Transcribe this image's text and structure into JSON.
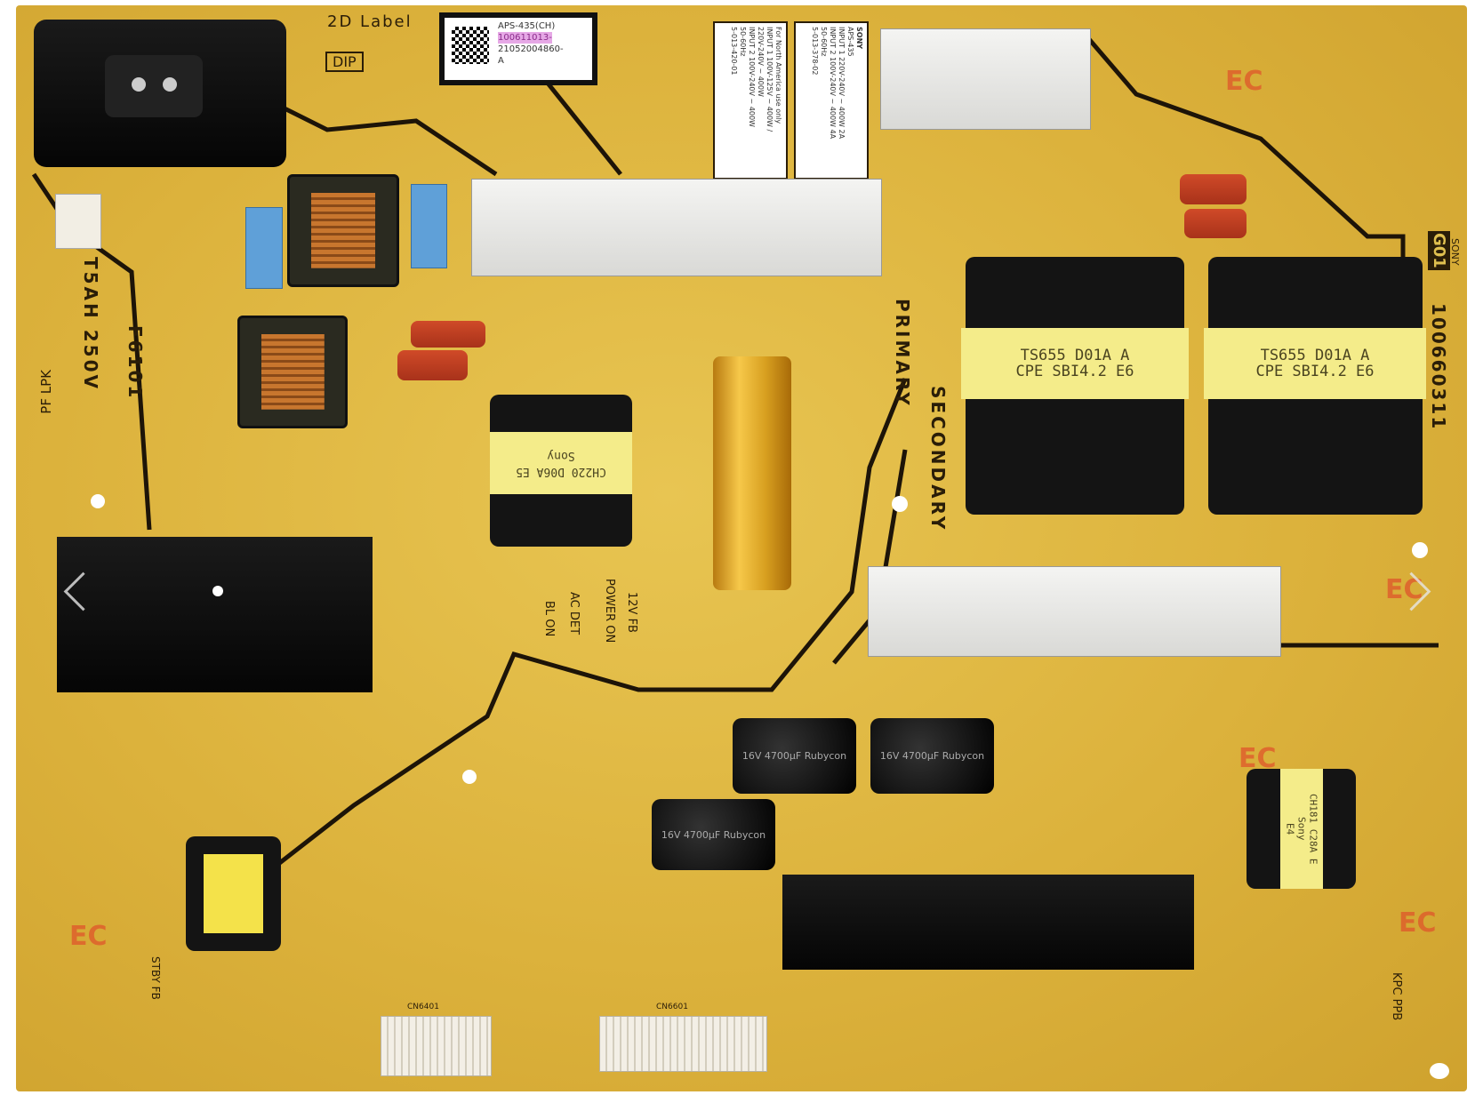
{
  "board": {
    "label_2d": "2D Label",
    "dip": "DIP",
    "sticker": {
      "model": "APS-435(CH)",
      "part": "100611013-",
      "serial": "21052004860-",
      "rev": "A"
    },
    "rating_na": [
      "For North America use only",
      "INPUT 1 100V-125V ~ 400W /",
      "220V-240V ~ 400W",
      "INPUT 2 100V-240V ~ 400W",
      "50-60Hz",
      "5-013-420-01"
    ],
    "rating_sony": [
      "SONY",
      "APS-435",
      "INPUT 1 220V-240V ~ 400W 2A",
      "INPUT 2 100V-240V ~ 400W 4A",
      "50-60Hz",
      "5-013-378-02"
    ],
    "fuse": "T5AH 250V",
    "fuse_ref": "F6101",
    "pf_lpk": "PF LPK",
    "primary": "PRIMARY",
    "secondary": "SECONDARY",
    "transformer_main": [
      "TS655 D01A A",
      "CPE SBI4.2 E6"
    ],
    "transformer_mid": [
      "CH220 D06A E5",
      "Sony"
    ],
    "transformer_sb": [
      "CH181 C28A E",
      "Sony",
      "E4"
    ],
    "brand": "SONY",
    "g_code": "G01",
    "board_number": "100660311",
    "signals": [
      "12V FB",
      "POWER ON",
      "AC DET",
      "BL ON"
    ],
    "stby_fb": "STBY FB",
    "kpc": "KPC PPB",
    "cap_text": "16V 4700µF Rubycon",
    "connectors": [
      "CN6401",
      "CN6601"
    ],
    "ec_mark": "EC"
  },
  "carousel": {
    "prev_icon": "chevron-left-icon",
    "next_icon": "chevron-right-icon"
  },
  "colors": {
    "board": "#dcb23c",
    "silkscreen": "#2a1d08",
    "ec_mark": "#e0502a"
  }
}
